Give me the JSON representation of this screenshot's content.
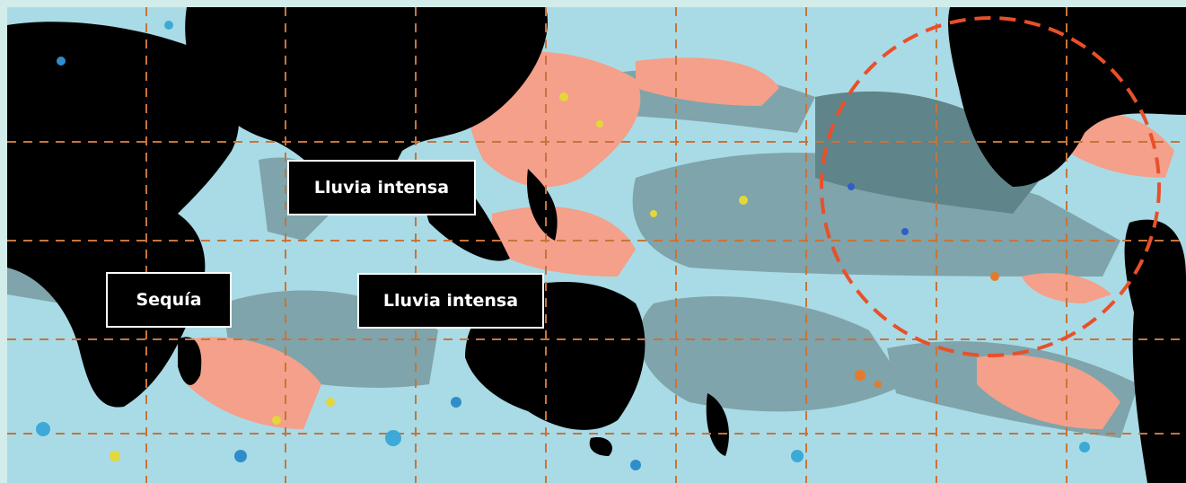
{
  "labels": {
    "rain_north": "Lluvia intensa",
    "drought": "Sequía",
    "rain_south": "Lluvia intensa"
  },
  "colors": {
    "frame": "#d2ecea",
    "ocean_light": "#a9dbe6",
    "ocean_grey": "#7fa4ab",
    "ocean_dark_grey": "#5f8489",
    "warm_anomaly": "#f4a08a",
    "land": "#000000",
    "grid": "#c8743a",
    "circle": "#e8502a"
  },
  "icons": [
    "region-highlight-circle"
  ]
}
